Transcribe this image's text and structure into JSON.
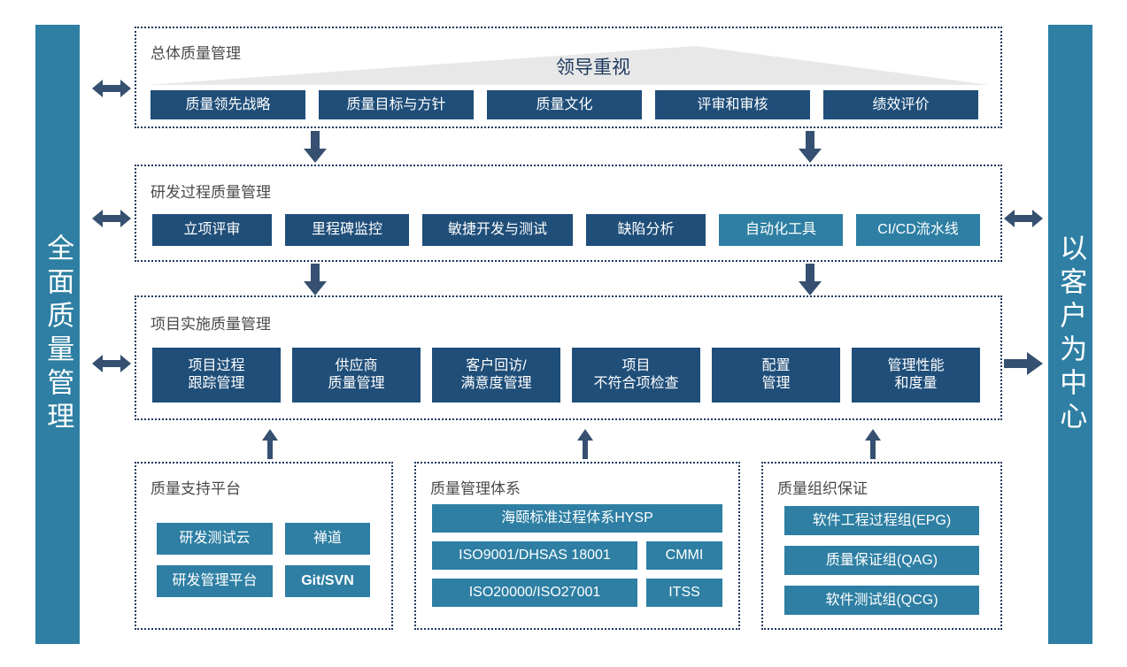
{
  "pillars": {
    "left": {
      "name": "total-quality-management",
      "text": "全面质量管理",
      "color": "#2E7FA3"
    },
    "right": {
      "name": "customer-centric",
      "text": "以客户为中心",
      "color": "#2E7FA3"
    }
  },
  "colors": {
    "navy": "#1F4E79",
    "teal": "#2E7FA3",
    "arrow": "#355070",
    "pyramid": "#E8E8E8",
    "dotted_border": "#1F3A5F",
    "section_title": "#4a4a4a"
  },
  "sections": [
    {
      "id": "overall-quality-management",
      "title": "总体质量管理",
      "pyramid_label": "领导重视",
      "items": [
        {
          "label": "质量领先战略",
          "style": "navy"
        },
        {
          "label": "质量目标与方针",
          "style": "navy"
        },
        {
          "label": "质量文化",
          "style": "navy"
        },
        {
          "label": "评审和审核",
          "style": "navy"
        },
        {
          "label": "绩效评价",
          "style": "navy"
        }
      ]
    },
    {
      "id": "rd-process-quality-management",
      "title": "研发过程质量管理",
      "items": [
        {
          "label": "立项评审",
          "style": "navy"
        },
        {
          "label": "里程碑监控",
          "style": "navy"
        },
        {
          "label": "敏捷开发与测试",
          "style": "navy"
        },
        {
          "label": "缺陷分析",
          "style": "navy"
        },
        {
          "label": "自动化工具",
          "style": "teal"
        },
        {
          "label": "CI/CD流水线",
          "style": "teal"
        }
      ]
    },
    {
      "id": "project-implementation-quality-management",
      "title": "项目实施质量管理",
      "items": [
        {
          "label": "项目过程\n跟踪管理",
          "style": "navy"
        },
        {
          "label": "供应商\n质量管理",
          "style": "navy"
        },
        {
          "label": "客户回访/\n满意度管理",
          "style": "navy"
        },
        {
          "label": "项目\n不符合项检查",
          "style": "navy"
        },
        {
          "label": "配置\n管理",
          "style": "navy"
        },
        {
          "label": "管理性能\n和度量",
          "style": "navy"
        }
      ]
    }
  ],
  "foundations": [
    {
      "id": "quality-support-platform",
      "title": "质量支持平台",
      "items": [
        {
          "label": "研发测试云",
          "style": "teal",
          "bold": false
        },
        {
          "label": "禅道",
          "style": "teal",
          "bold": false
        },
        {
          "label": "研发管理平台",
          "style": "teal",
          "bold": false
        },
        {
          "label": "Git/SVN",
          "style": "teal",
          "bold": true
        }
      ]
    },
    {
      "id": "quality-management-system",
      "title": "质量管理体系",
      "items": [
        {
          "label": "海颐标准过程体系HYSP",
          "style": "teal",
          "bold": false
        },
        {
          "label": "ISO9001/DHSAS 18001",
          "style": "teal",
          "bold": false
        },
        {
          "label": "CMMI",
          "style": "teal",
          "bold": false
        },
        {
          "label": "ISO20000/ISO27001",
          "style": "teal",
          "bold": false
        },
        {
          "label": "ITSS",
          "style": "teal",
          "bold": false
        }
      ]
    },
    {
      "id": "quality-organization-assurance",
      "title": "质量组织保证",
      "items": [
        {
          "label": "软件工程过程组(EPG)",
          "style": "teal",
          "bold": false
        },
        {
          "label": "质量保证组(QAG)",
          "style": "teal",
          "bold": false
        },
        {
          "label": "软件测试组(QCG)",
          "style": "teal",
          "bold": false
        }
      ]
    }
  ],
  "arrows": {
    "left_double_1": "double-arrow-horizontal",
    "left_double_2": "double-arrow-horizontal",
    "left_double_3": "double-arrow-horizontal",
    "right_double_2": "double-arrow-horizontal",
    "right_single_3": "arrow-right",
    "down_1a": "arrow-down",
    "down_1b": "arrow-down",
    "down_2a": "arrow-down",
    "down_2b": "arrow-down",
    "up_1": "arrow-up",
    "up_2": "arrow-up",
    "up_3": "arrow-up"
  }
}
